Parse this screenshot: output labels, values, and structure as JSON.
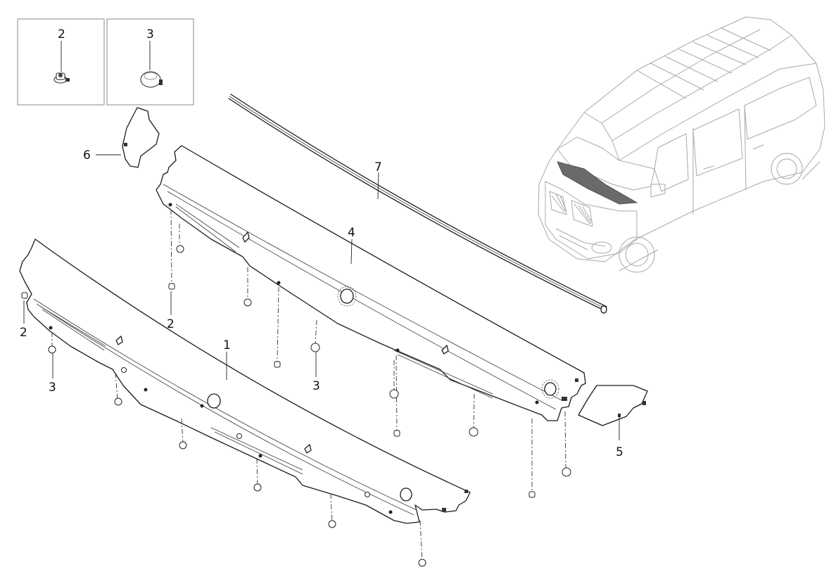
{
  "callouts": {
    "box_left": "2",
    "box_right": "3",
    "cowl_panel": "1",
    "left_clip": "2",
    "left_grommet": "3",
    "upper_clip": "2",
    "mid_grommet": "3",
    "upper_panel": "4",
    "right_end_cap": "5",
    "left_end_cap": "6",
    "seal_strip": "7"
  },
  "icons": [
    "clip-icon",
    "grommet-icon"
  ]
}
